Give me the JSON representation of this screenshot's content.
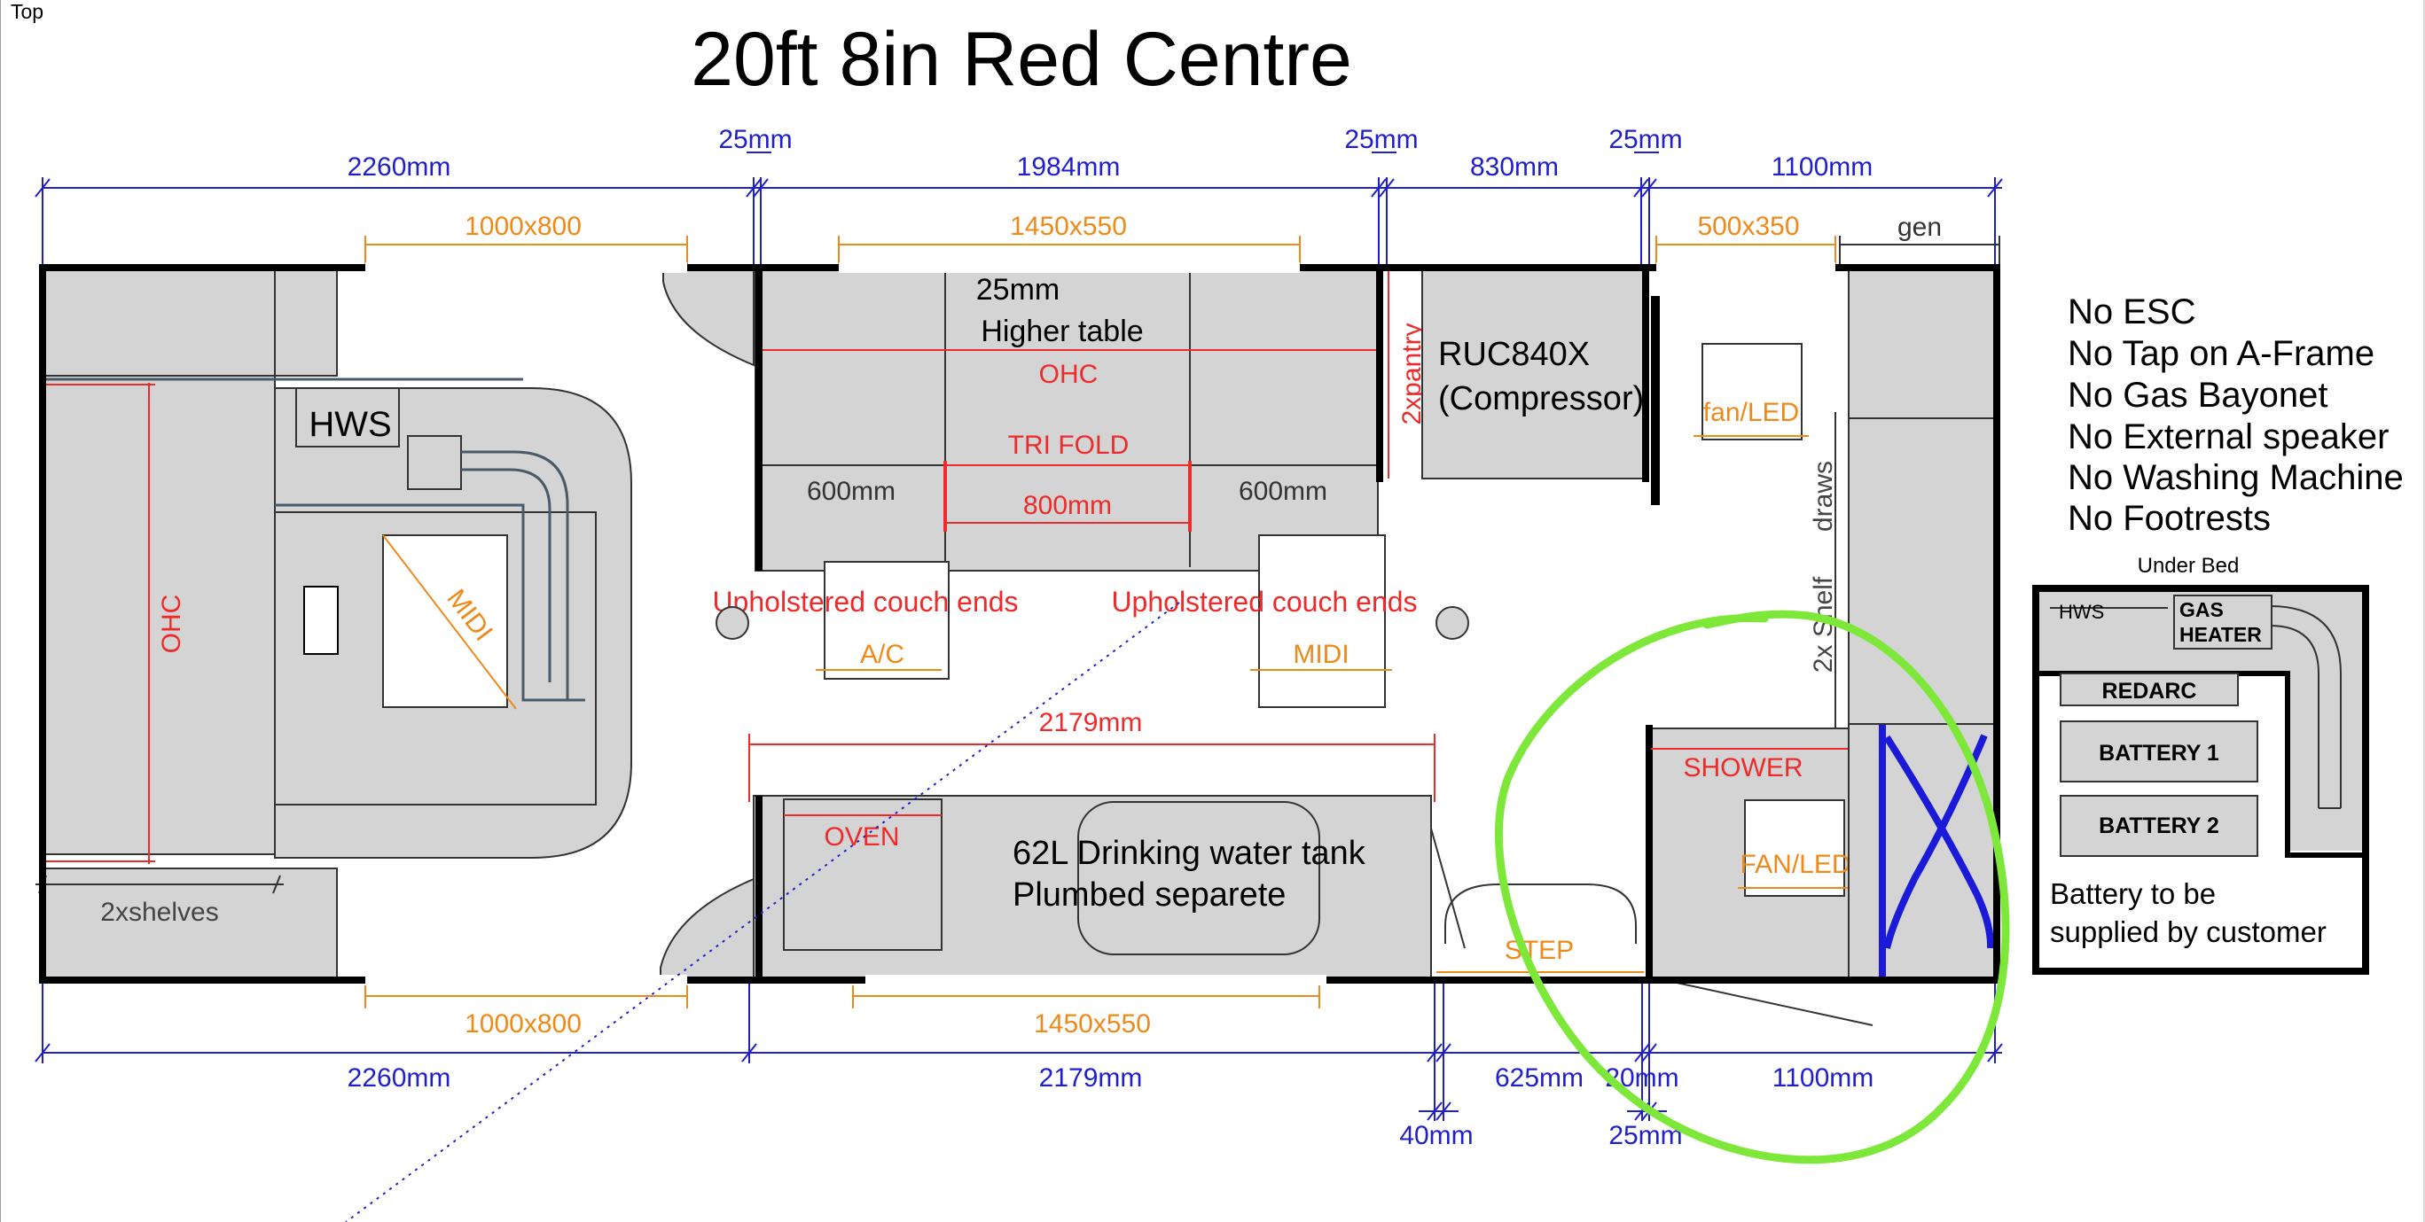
{
  "view_label": "Top",
  "title": "20ft 8in Red Centre",
  "colors": {
    "dimension": "#1f1fcc",
    "feature": "#ee8a1a",
    "red": "#ee2a2a",
    "cabinet": "#d4d4d4",
    "wall": "#000000",
    "highlight": "#7ee83a",
    "cross": "#1a1ad8"
  },
  "top_dimensions": {
    "d1": "2260mm",
    "gap1": "25mm",
    "d2": "1984mm",
    "gap2": "25mm",
    "d3": "830mm",
    "gap3": "25mm",
    "d4": "1100mm"
  },
  "bottom_dimensions": {
    "d1": "2260mm",
    "d2": "2179mm",
    "d3": "625mm",
    "d4": "20mm",
    "d5": "1100mm",
    "gap1": "40mm",
    "gap2": "25mm"
  },
  "window_sizes": {
    "top_left": "1000x800",
    "top_mid": "1450x550",
    "top_right": "500x350",
    "bottom_left": "1000x800",
    "bottom_mid": "1450x550"
  },
  "labels": {
    "gen": "gen",
    "higher_table_1": "25mm",
    "higher_table_2": "Higher table",
    "ohc_top": "OHC",
    "tri_fold": "TRI FOLD",
    "seat_left": "600mm",
    "seat_mid": "800mm",
    "seat_right": "600mm",
    "pantry": "2xpantry",
    "fridge_1": "RUC840X",
    "fridge_2": "(Compressor)",
    "fan_top": "fan/LED",
    "draws": "draws",
    "shelf": "2x Shelf",
    "hws": "HWS",
    "midi_bed": "MIDI",
    "ohc_left": "OHC",
    "shelves": "2xshelves",
    "couch_left": "Upholstered couch ends",
    "couch_right": "Upholstered couch ends",
    "ac": "A/C",
    "midi_right": "MIDI",
    "kitchen_dim": "2179mm",
    "oven": "OVEN",
    "tank_1": "62L Drinking water tank",
    "tank_2": "Plumbed separete",
    "step": "STEP",
    "shower": "SHOWER",
    "fan_shower": "FAN/LED"
  },
  "notes": [
    "No ESC",
    "No Tap on A-Frame",
    "No Gas Bayonet",
    "No External speaker",
    "No Washing Machine",
    "No Footrests"
  ],
  "under_bed": {
    "title": "Under Bed",
    "hws": "HWS",
    "gas_heater_1": "GAS",
    "gas_heater_2": "HEATER",
    "redarc": "REDARC",
    "battery1": "BATTERY 1",
    "battery2": "BATTERY 2",
    "note_1": "Battery to be",
    "note_2": "supplied by customer"
  }
}
